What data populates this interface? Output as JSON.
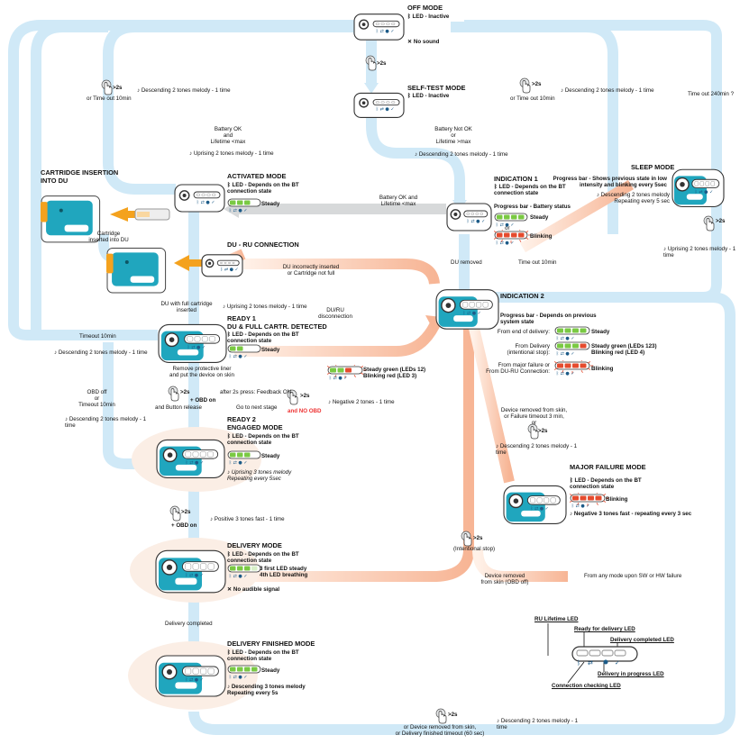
{
  "modes": {
    "off": {
      "title": "OFF MODE",
      "led": "LED - Inactive",
      "sound": "No sound"
    },
    "self_test": {
      "title": "SELF-TEST MODE",
      "led": "LED - Inactive"
    },
    "indication1": {
      "title": "INDICATION 1",
      "led": "LED - Depends on the BT connection state",
      "progress": "Progress bar - Battery status",
      "steady": "Steady",
      "or": "or",
      "blinking": "Blinking"
    },
    "sleep": {
      "title": "SLEEP MODE",
      "progress": "Progress bar - Shows previous state in low intensity and blinking every 5sec",
      "melody": "Descending 2 tones melody\nRepeating every 5 sec"
    },
    "activated": {
      "title": "ACTIVATED  MODE",
      "led": "LED - Depends on the BT connection state",
      "steady": "Steady"
    },
    "cartridge": {
      "title": "CARTRIDGE INSERTION\nINTO DU",
      "note": "Cartridge inserted into DU"
    },
    "du_ru": {
      "title": "DU - RU CONNECTION"
    },
    "ready1": {
      "title": "READY 1\nDU & FULL CARTR. DETECTED",
      "led": "LED - Depends on the BT connection state",
      "steady": "Steady",
      "liner": "Remove protective liner\nand put the device on skin"
    },
    "indication2": {
      "title": "INDICATION 2",
      "progress": "Progress bar - Depends on previous system state",
      "from_end": "From end of  delivery:",
      "from_delivery": "From Delivery\n(intentional stop):",
      "from_major": "From major failure or\nFrom DU-RU Connection:",
      "steady": "Steady",
      "steady_green_123": "Steady green (LEDs 123)\nBlinking red (LED 4)",
      "blinking": "Blinking"
    },
    "ready2": {
      "title": "READY 2\nENGAGED MODE",
      "led": "LED - Depends on the BT connection state",
      "steady": "Steady",
      "melody": "Uprising 3 tones melody\nRepeating every 5sec"
    },
    "major_failure": {
      "title": "MAJOR FAILURE MODE",
      "led": "LED - Depends on the BT connection state",
      "blinking": "Blinking",
      "melody": "Negative 3 tones fast - repeating every 3 sec"
    },
    "delivery": {
      "title": "DELIVERY MODE",
      "led": "LED - Depends on the BT connection state",
      "bar": "3 first LED steady\n4th LED breathing",
      "sound": "No audible signal"
    },
    "delivery_finished": {
      "title": "DELIVERY FINISHED MODE",
      "led": "LED - Depends on the BT connection state",
      "steady": "Steady",
      "melody": "Descending 3 tones melody\nRepeating every 5s"
    }
  },
  "transitions": {
    "off_press": ">2s",
    "off_timeout": "or Time out 10min",
    "desc_2_left": "Descending 2 tones melody - 1 time",
    "self_press": ">2s",
    "right_press": ">2s",
    "right_timeout": "or Time out 10min",
    "desc_2_right": "Descending 2 tones melody - 1 time",
    "timeout_240": "Time out 240min ?",
    "battery_ok": "Battery OK\nand\nLifetime <max",
    "uprising_2": "Uprising 2 tones melody - 1 time",
    "battery_not_ok": "Battery Not OK\nor\nLifetime >max",
    "desc_2_mid": "Descending 2 tones melody - 1 time",
    "battery_ok_life": "Battery OK and\nLifetime <max",
    "du_removed": "DU removed",
    "timeout_10_ind": "Time out 10min",
    "sleep_press": ">2s",
    "sleep_uprising": "Uprising 2 tones melody - 1 time",
    "du_incorrect": "DU incorrectly inserted\nor Cartridge not full",
    "du_ru_disconnection": "DU/RU\ndisconnection",
    "du_full_cartridge": "DU with full cartridge\ninserted",
    "uprising_2_b": "Uprising 2 tones melody - 1 time",
    "timeout_10_left": "Timeout 10min",
    "desc_2_left2": "Descending 2 tones melody - 1 time",
    "ready_press": ">2s",
    "obd_on": "+ OBD on",
    "after_2s": "after 2s press: Feedback ON",
    "btn_release": "and Button release",
    "next_stage": "Go to next stage",
    "neg_press": ">2s",
    "and_no_obd": "and NO OBD",
    "negative_2": "Negative 2 tones - 1 time",
    "steady_green_12": "Steady green (LEDs 12)\nBlinking red (LED 3)",
    "obd_off": "OBD off\nor\nTimeout 10min",
    "desc_3": "Descending 2 tones melody - 1\ntime",
    "removed_3min": "Device removed from skin,\nor Failure timeout 3 min,\nor",
    "removed_press": ">2s",
    "desc_2_ind2": "Descending 2 tones melody - 1\ntime",
    "ready2_press": ">2s",
    "obd_on_2": "+ OBD on",
    "positive_3": "Positive 3 tones fast - 1 time",
    "intentional_press": ">2s",
    "intentional_stop": "(Intentional stop)",
    "device_removed_obd": "Device removed\nfrom skin (OBD off)",
    "from_any_mode": "From any mode upon SW or HW failure",
    "delivery_completed": "Delivery completed",
    "bottom_press": ">2s",
    "bottom_removed": "or Device removed from skin,\nor Delivery finished timeout (60 sec)",
    "desc_2_bottom": "Descending 2 tones melody - 1\ntime"
  },
  "legend": {
    "ru_lifetime": "RU Lifetime LED",
    "ready_delivery": "Ready for delivery LED",
    "delivery_completed": "Delivery completed LED",
    "delivery_progress": "Delivery in progress LED",
    "connection_checking": "Connection checking LED"
  },
  "icons": {
    "bluetooth": "bluetooth-icon",
    "music_note": "music-note-icon",
    "mute": "mute-icon",
    "hand": "finger-press-icon"
  },
  "colors": {
    "blue_path": "#cde8f6",
    "orange_path": "#f9ccb5",
    "grey_path": "#d7d9da",
    "device_teal": "#20a6be",
    "led_green": "#7ac943",
    "led_red": "#e54b2e",
    "cartridge_orange": "#f4a21e"
  }
}
